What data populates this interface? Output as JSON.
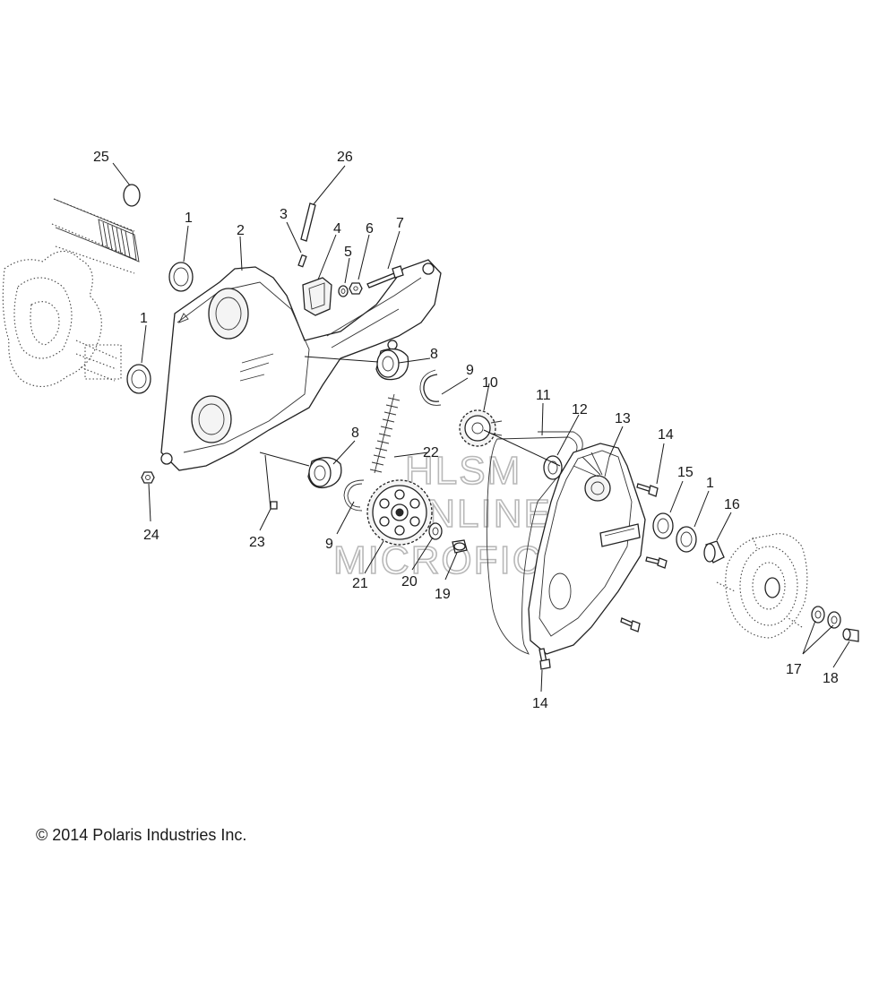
{
  "copyright": "© 2014 Polaris Industries Inc.",
  "watermark": {
    "line1": "HLSM",
    "line2": "ONLINE",
    "line3": "MICROFICHE"
  },
  "callouts": [
    {
      "id": "c25",
      "text": "25"
    },
    {
      "id": "c26",
      "text": "26"
    },
    {
      "id": "c1a",
      "text": "1"
    },
    {
      "id": "c2",
      "text": "2"
    },
    {
      "id": "c3",
      "text": "3"
    },
    {
      "id": "c4",
      "text": "4"
    },
    {
      "id": "c5",
      "text": "5"
    },
    {
      "id": "c6",
      "text": "6"
    },
    {
      "id": "c7",
      "text": "7"
    },
    {
      "id": "c1b",
      "text": "1"
    },
    {
      "id": "c8a",
      "text": "8"
    },
    {
      "id": "c9a",
      "text": "9"
    },
    {
      "id": "c10",
      "text": "10"
    },
    {
      "id": "c11",
      "text": "11"
    },
    {
      "id": "c12",
      "text": "12"
    },
    {
      "id": "c13",
      "text": "13"
    },
    {
      "id": "c14a",
      "text": "14"
    },
    {
      "id": "c15",
      "text": "15"
    },
    {
      "id": "c1c",
      "text": "1"
    },
    {
      "id": "c16",
      "text": "16"
    },
    {
      "id": "c8b",
      "text": "8"
    },
    {
      "id": "c22",
      "text": "22"
    },
    {
      "id": "c24",
      "text": "24"
    },
    {
      "id": "c23",
      "text": "23"
    },
    {
      "id": "c9b",
      "text": "9"
    },
    {
      "id": "c21",
      "text": "21"
    },
    {
      "id": "c20",
      "text": "20"
    },
    {
      "id": "c19",
      "text": "19"
    },
    {
      "id": "c14b",
      "text": "14"
    },
    {
      "id": "c17",
      "text": "17"
    },
    {
      "id": "c18",
      "text": "18"
    }
  ]
}
